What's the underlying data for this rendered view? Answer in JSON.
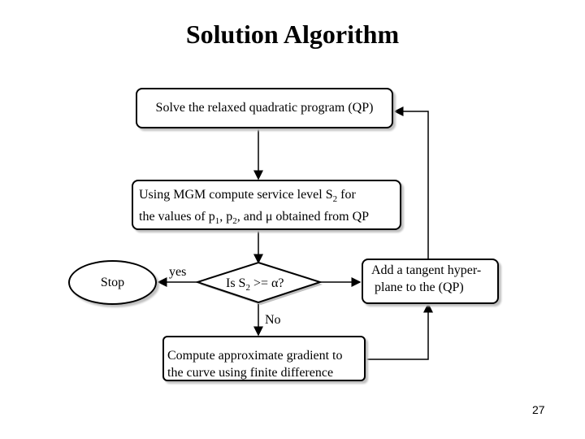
{
  "title": "Solution Algorithm",
  "nodes": {
    "solve_qp": "Solve the relaxed quadratic program (QP)",
    "mgm": {
      "line1_a": "Using MGM compute service level S",
      "line1_sub": "2",
      "line1_b": " for",
      "line2_a": "the values of p",
      "line2_sub1": "1",
      "line2_b": ", p",
      "line2_sub2": "2",
      "line2_c": ", and μ obtained from QP"
    },
    "decision": {
      "a": "Is S",
      "sub": "2",
      "b": " >= α?"
    },
    "tangent": {
      "line1": "Add a tangent hyper-",
      "line2": "plane to the (QP)"
    },
    "gradient": {
      "line1": "Compute approximate gradient to",
      "line2": "the curve using finite difference"
    },
    "stop": "Stop"
  },
  "edge_labels": {
    "yes": "yes",
    "no": "No"
  },
  "page_number": "27"
}
